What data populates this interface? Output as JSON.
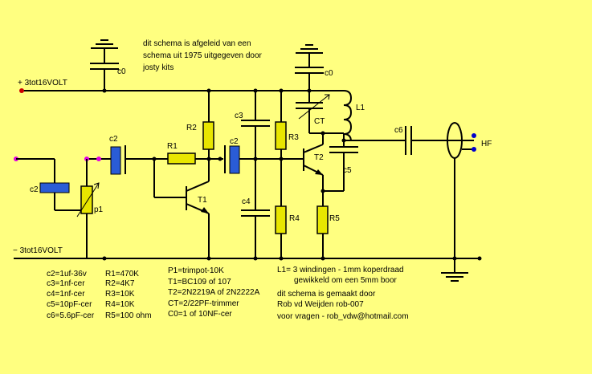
{
  "header_note": [
    "dit schema is afgeleid van een",
    "schema uit 1975 uitgegeven door",
    "josty kits"
  ],
  "rails": {
    "plus": "+ 3tot16VOLT",
    "minus": "− 3tot16VOLT"
  },
  "labels": {
    "c0_left": "c0",
    "c0_right": "c0",
    "c2_input": "c2",
    "c2_base": "c2",
    "c2_coupling": "c2",
    "c3": "c3",
    "c4": "c4",
    "c5": "c5",
    "c6": "c6",
    "ct": "CT",
    "l1": "L1",
    "r1": "R1",
    "r2": "R2",
    "r3": "R3",
    "r4": "R4",
    "r5": "R5",
    "t1": "T1",
    "t2": "T2",
    "p1": "p1",
    "hf": "HF"
  },
  "parts_list": {
    "col1": [
      "c2=1uf-36v",
      "c3=1nf-cer",
      "c4=1nf-cer",
      "c5=10pF-cer",
      "c6=5.6pF-cer"
    ],
    "col2": [
      "R1=470K",
      "R2=4K7",
      "R3=10K",
      "R4=10K",
      "R5=100 ohm"
    ],
    "col3": [
      "P1=trimpot-10K",
      "T1=BC109 of 107",
      "T2=2N2219A of 2N2222A",
      "CT=2/22PF-trimmer",
      "C0=1 of 10NF-cer"
    ]
  },
  "notes": {
    "l1_line1": "L1= 3 windingen - 1mm  koperdraad",
    "l1_line2": "gewikkeld om een 5mm boor",
    "author": "dit schema is gemaakt door",
    "name": "Rob vd Weijden      rob-007",
    "contact": "voor vragen - rob_vdw@hotmail.com"
  },
  "colors": {
    "background": "#ffff80",
    "resistor": "#e8e600",
    "electrolytic": "#2a5cd6",
    "plus_terminal": "#cc0000",
    "input_terminal": "#e000e0",
    "hf_terminal": "#0000cc"
  }
}
